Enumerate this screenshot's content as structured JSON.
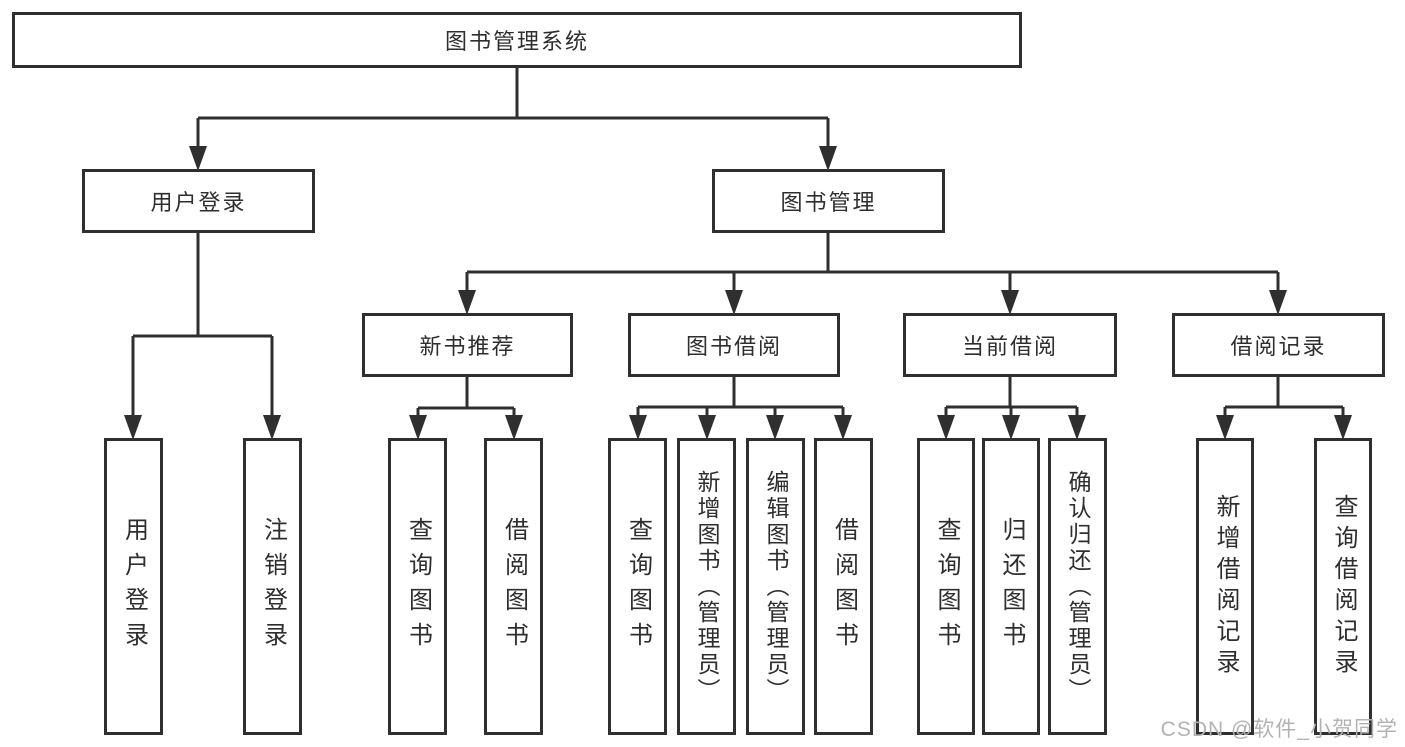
{
  "tree": {
    "label": "图书管理系统",
    "children": [
      {
        "label": "用户登录",
        "children": [
          {
            "label": "用户登录"
          },
          {
            "label": "注销登录"
          }
        ]
      },
      {
        "label": "图书管理",
        "children": [
          {
            "label": "新书推荐",
            "children": [
              {
                "label": "查询图书"
              },
              {
                "label": "借阅图书"
              }
            ]
          },
          {
            "label": "图书借阅",
            "children": [
              {
                "label": "查询图书"
              },
              {
                "label": "新增图书（管理员）"
              },
              {
                "label": "编辑图书（管理员）"
              },
              {
                "label": "借阅图书"
              }
            ]
          },
          {
            "label": "当前借阅",
            "children": [
              {
                "label": "查询图书"
              },
              {
                "label": "归还图书"
              },
              {
                "label": "确认归还（管理员）"
              }
            ]
          },
          {
            "label": "借阅记录",
            "children": [
              {
                "label": "新增借阅记录"
              },
              {
                "label": "查询借阅记录"
              }
            ]
          }
        ]
      }
    ]
  },
  "watermark": {
    "text": "CSDN @软件_小贺同学"
  },
  "colors": {
    "line": "#2f2f2f",
    "text": "#2e2e2e",
    "watermark": "#b2b2b2",
    "background": "#ffffff"
  }
}
